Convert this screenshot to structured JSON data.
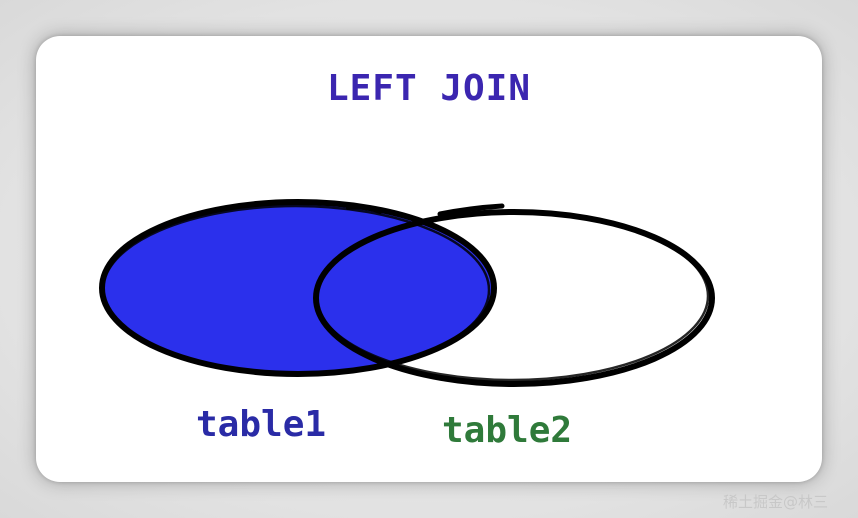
{
  "diagram": {
    "title": "LEFT JOIN",
    "left_label": "table1",
    "right_label": "table2",
    "highlighted_set": "table1",
    "colors": {
      "title": "#3b26b0",
      "fill": "#2b30ec",
      "stroke": "#000000",
      "left_label": "#2a2ba6",
      "right_label": "#2f7a3a"
    }
  },
  "watermark": "稀土掘金@林三"
}
